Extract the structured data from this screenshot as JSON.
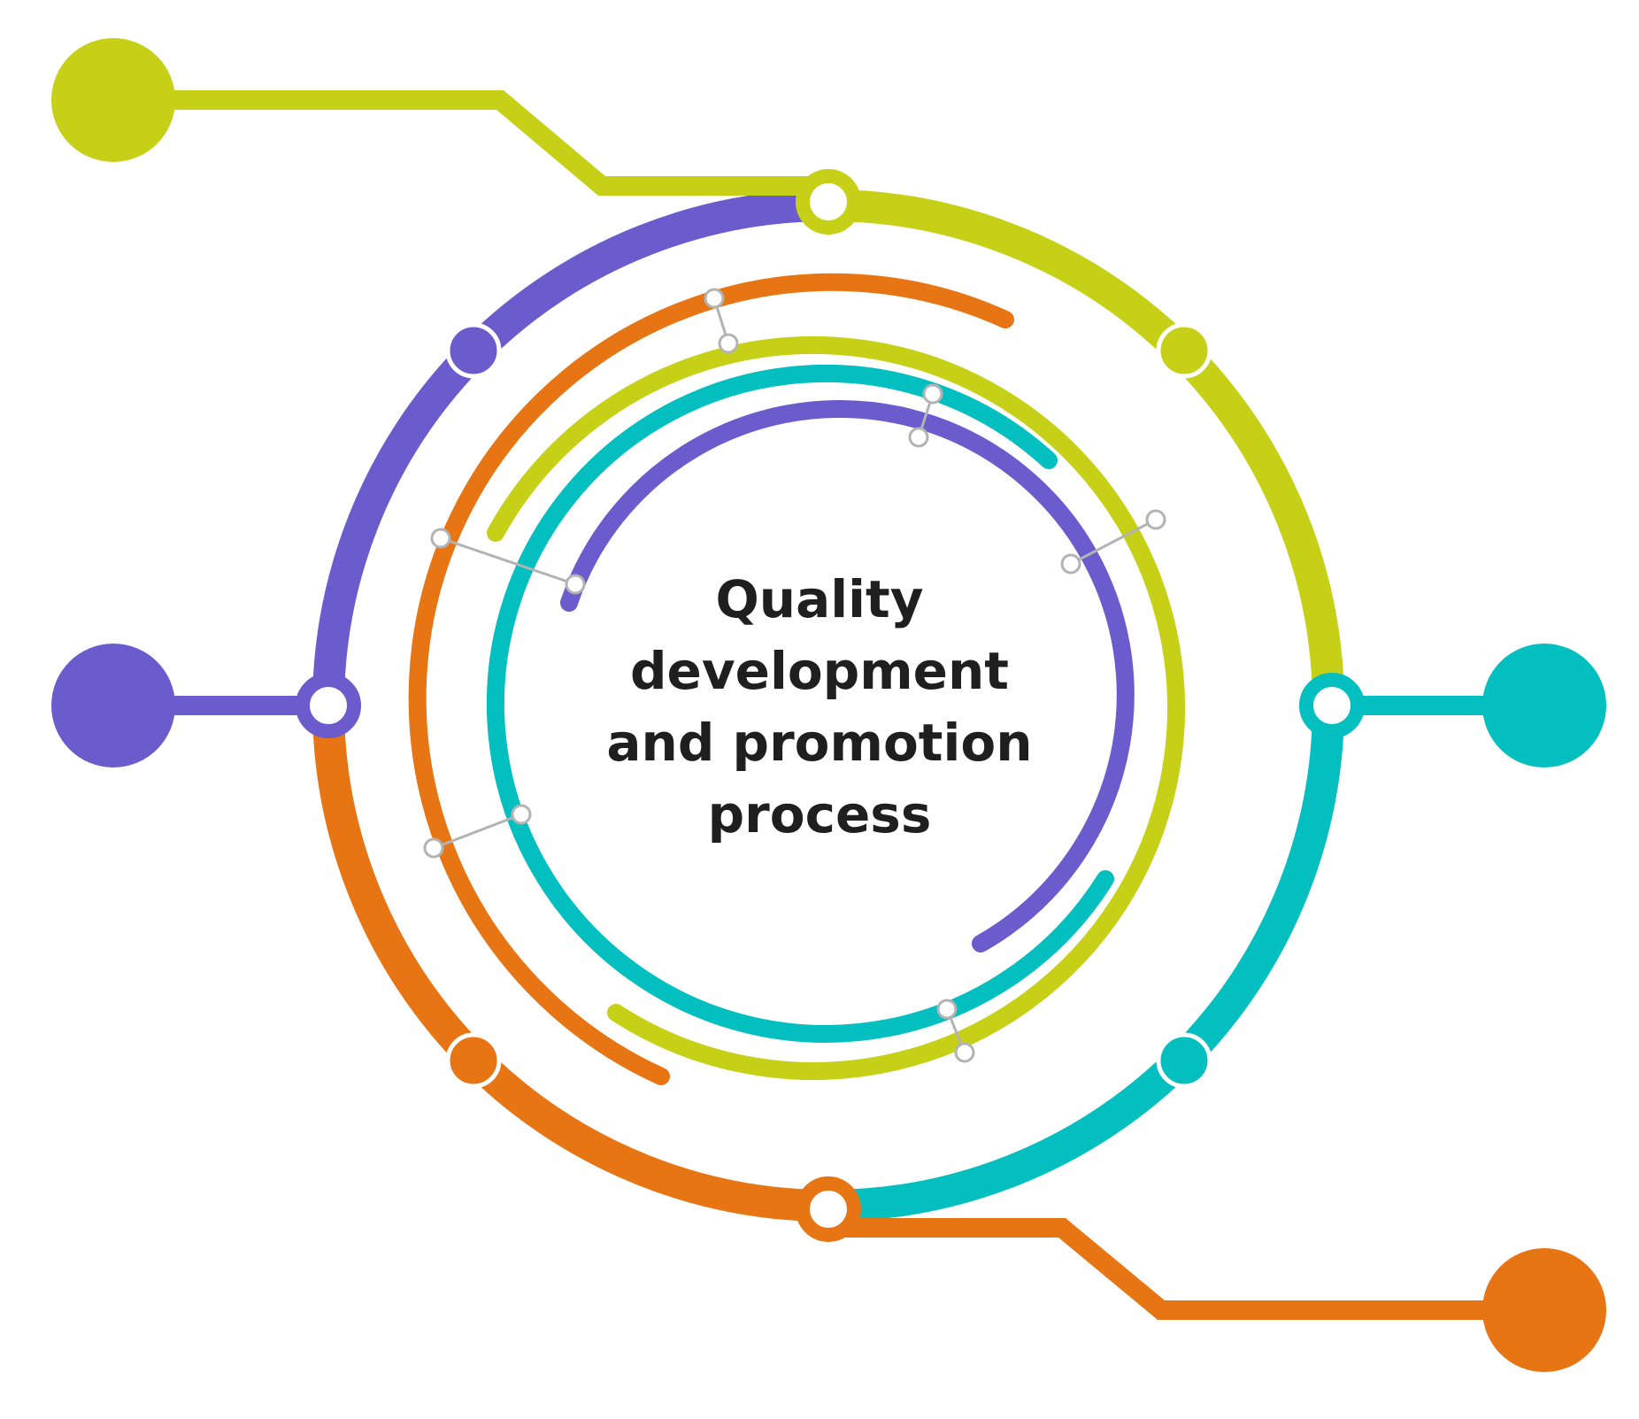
{
  "diagram": {
    "title_lines": [
      "Quality",
      "development",
      "and promotion",
      "process"
    ]
  },
  "colors": {
    "lime": "#c6d016",
    "purple": "#6b5bcc",
    "orange": "#e87514",
    "teal": "#04bfbf",
    "connector": "#b3b3b3",
    "text": "#1f1f1f"
  },
  "icons": {
    "endpoint": "filled-circle",
    "junction": "ring-circle",
    "link_node": "small-ring"
  }
}
